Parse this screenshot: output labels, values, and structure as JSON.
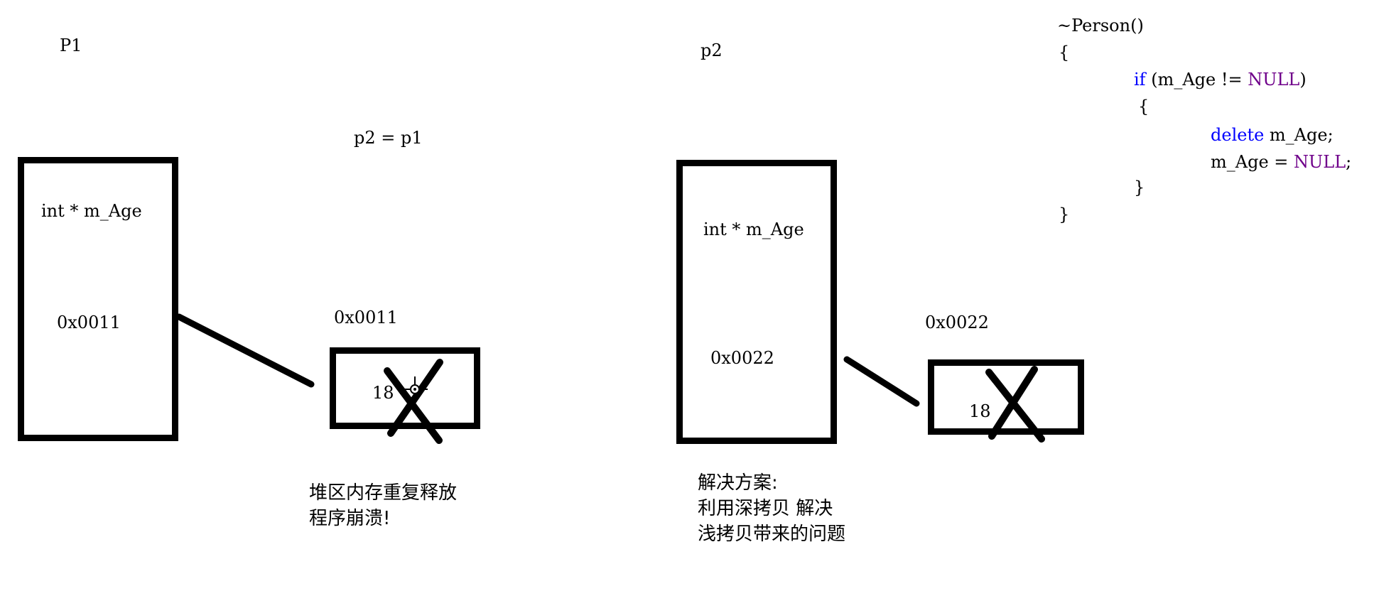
{
  "left": {
    "object_label": "P1",
    "assign_label": "p2 = p1",
    "member": "int * m_Age",
    "pointer_value": "0x0011",
    "heap_address": "0x0011",
    "heap_value": "18",
    "note_lines": [
      "堆区内存重复释放",
      "程序崩溃!"
    ]
  },
  "right": {
    "object_label": "p2",
    "member": "int * m_Age",
    "pointer_value": "0x0022",
    "heap_address": "0x0022",
    "heap_value": "18",
    "note_lines": [
      "解决方案:",
      "利用深拷贝 解决",
      "浅拷贝带来的问题"
    ]
  },
  "code": {
    "line1": "~Person()",
    "line2": "{",
    "if_kw": "if",
    "if_cond_a": " (m_Age != ",
    "null1": "NULL",
    "if_cond_b": ")",
    "line4": "{",
    "delete_kw": "delete",
    "delete_rest": " m_Age;",
    "assign_a": "m_Age = ",
    "null2": "NULL",
    "assign_b": ";",
    "line7": "}",
    "line8": "}"
  },
  "colors": {
    "keyword": "#0000ff",
    "null_macro": "#6f008a",
    "stroke": "#000000"
  }
}
